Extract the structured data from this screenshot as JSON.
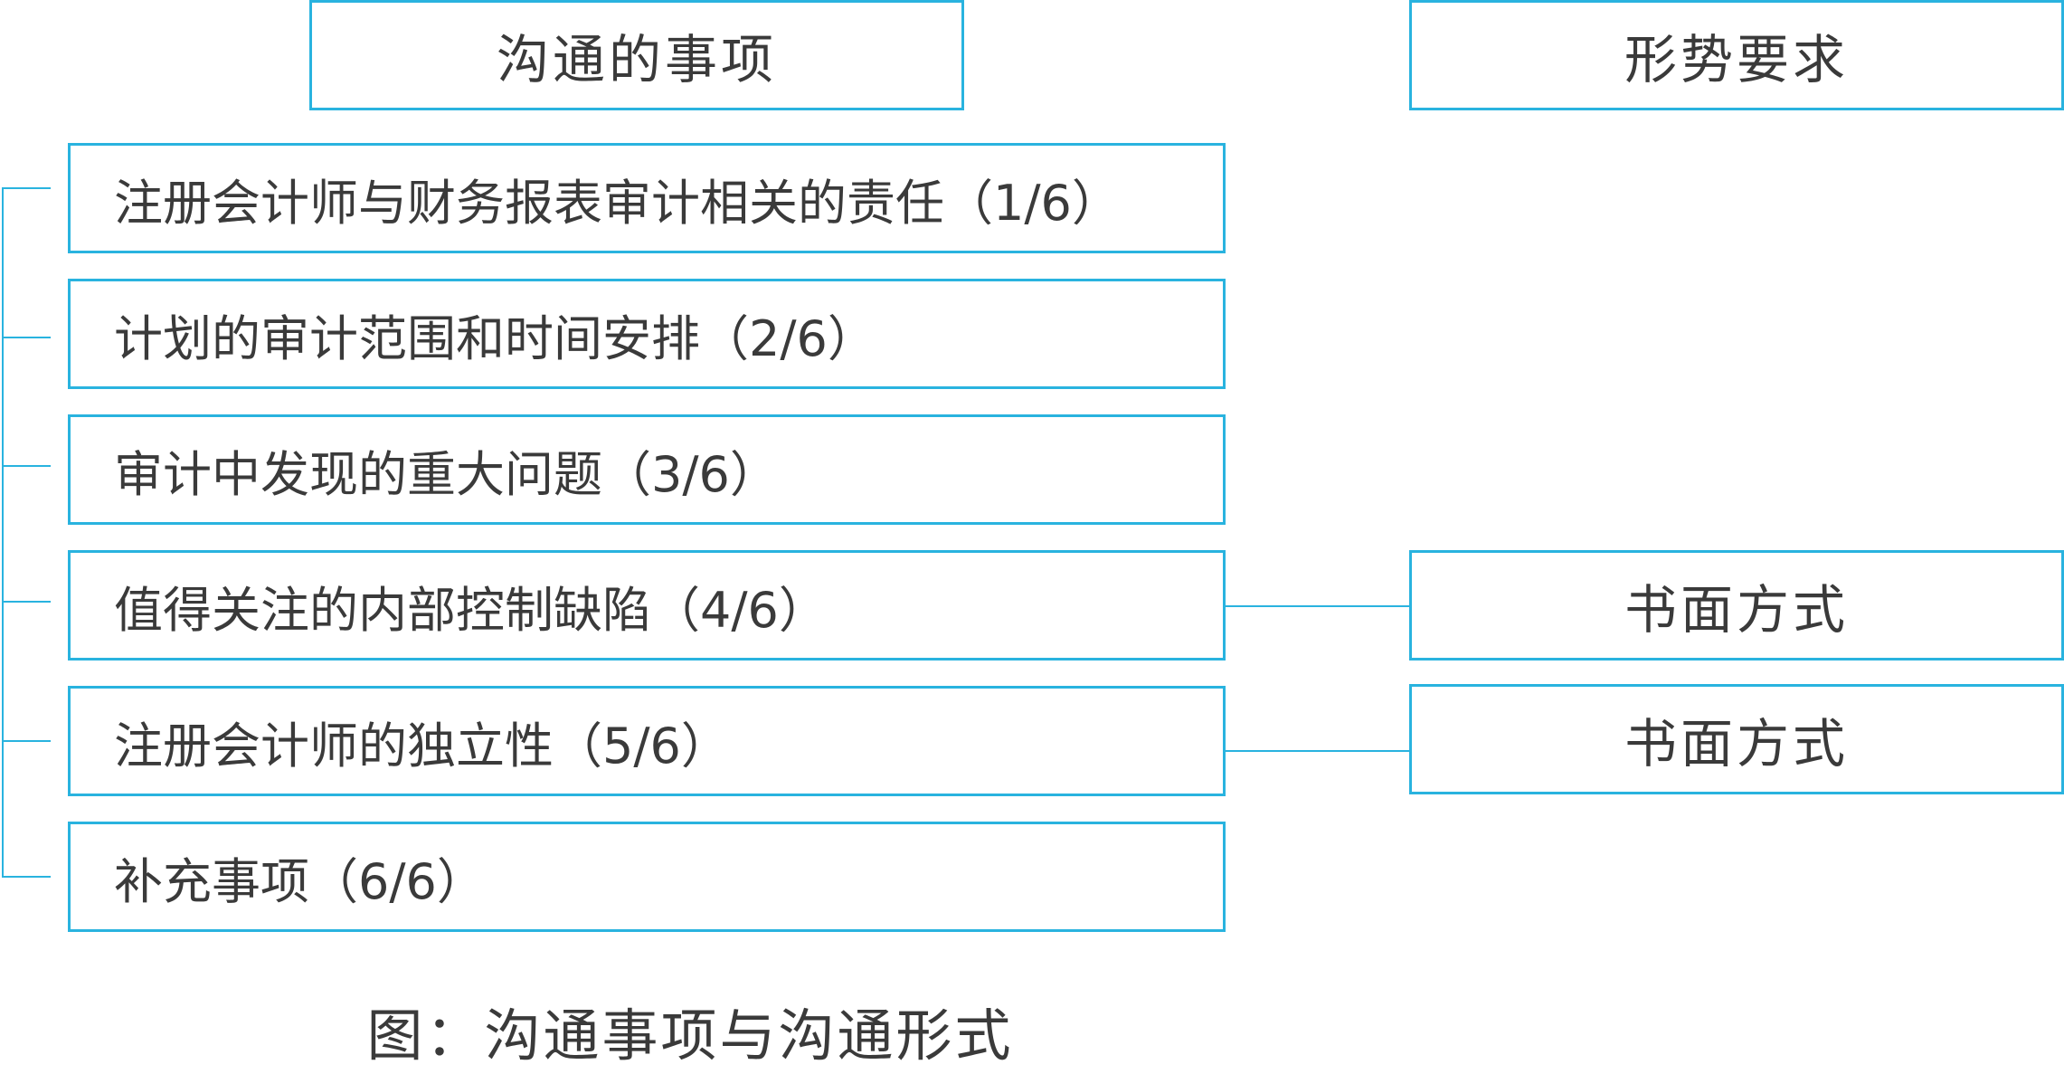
{
  "headers": {
    "left": "沟通的事项",
    "right": "形势要求"
  },
  "items": [
    "注册会计师与财务报表审计相关的责任（1/6）",
    "计划的审计范围和时间安排（2/6）",
    "审计中发现的重大问题（3/6）",
    "值得关注的内部控制缺陷（4/6）",
    "注册会计师的独立性（5/6）",
    "补充事项（6/6）"
  ],
  "forms": [
    "书面方式",
    "书面方式"
  ],
  "caption": "图：沟通事项与沟通形式",
  "colors": {
    "border": "#29b3df",
    "text": "#3a3a3a"
  }
}
